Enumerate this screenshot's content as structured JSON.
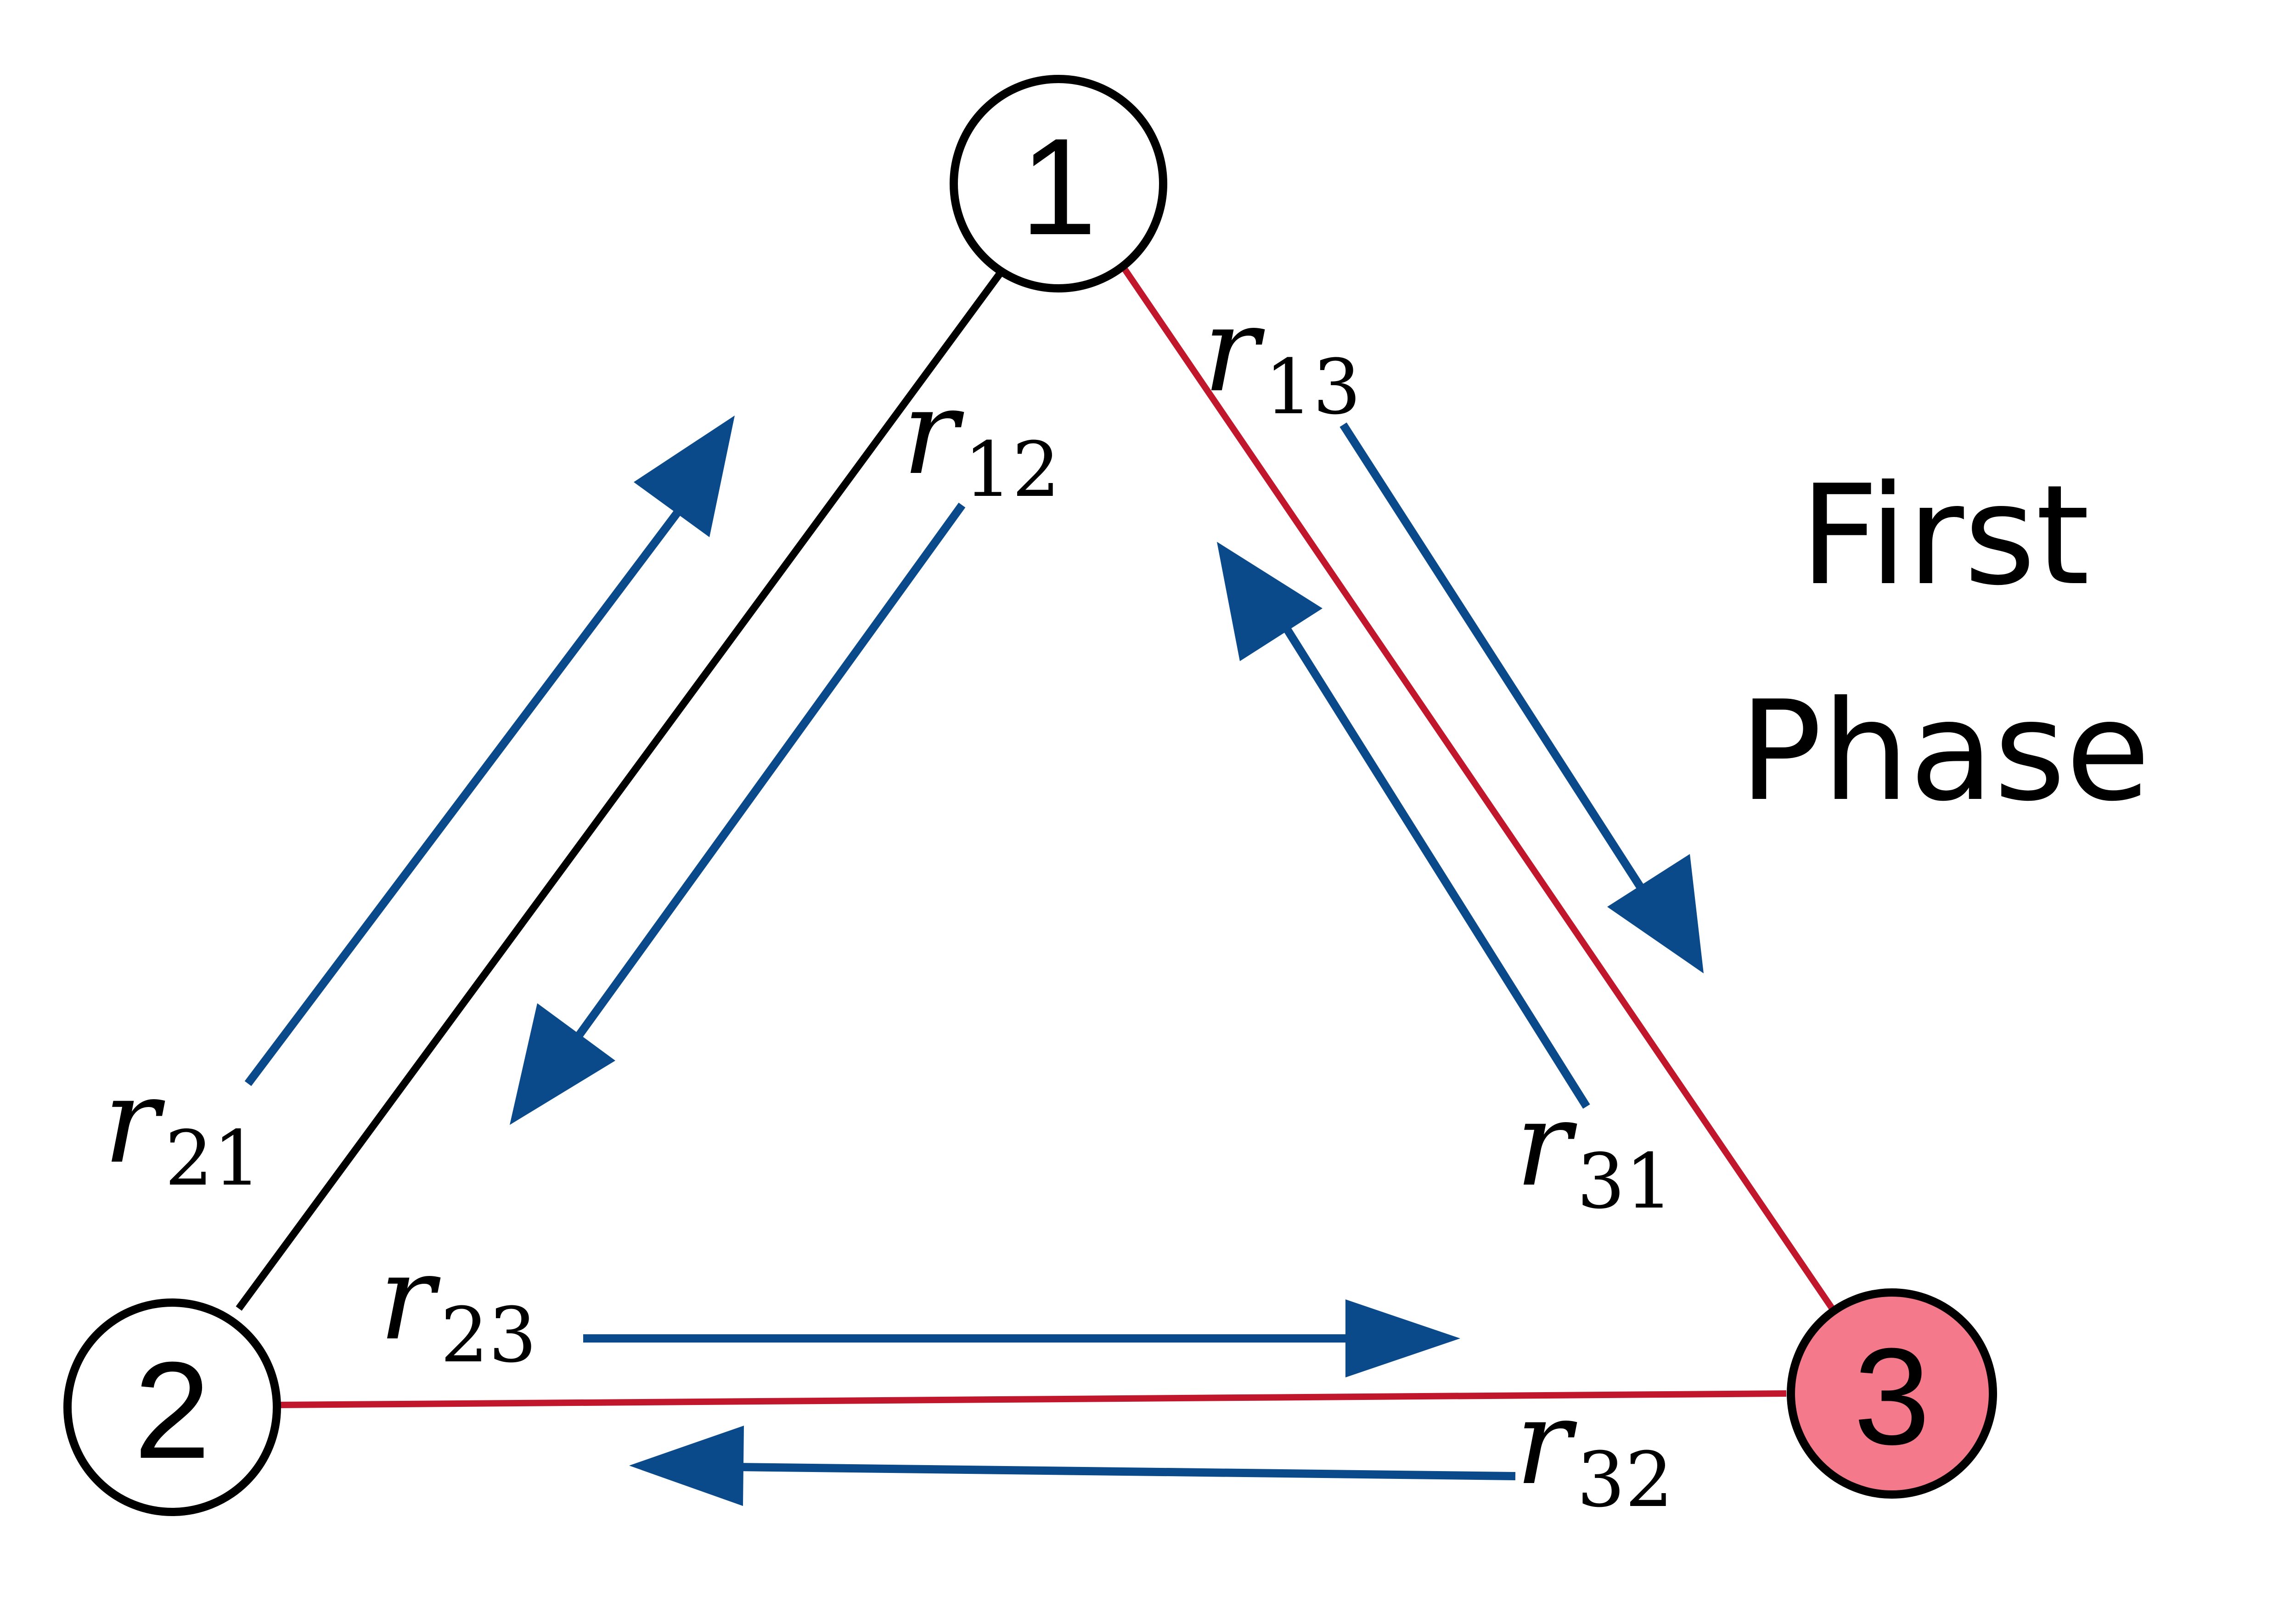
{
  "nodes": [
    {
      "id": "1",
      "label": "1",
      "highlighted": false
    },
    {
      "id": "2",
      "label": "2",
      "highlighted": false
    },
    {
      "id": "3",
      "label": "3",
      "highlighted": true
    }
  ],
  "edges": [
    {
      "from": "1",
      "to": "2",
      "color": "#000000"
    },
    {
      "from": "1",
      "to": "3",
      "color": "#c0172d"
    },
    {
      "from": "2",
      "to": "3",
      "color": "#c0172d"
    }
  ],
  "rates": [
    {
      "id": "r12",
      "symbol": "r",
      "subscript": "12",
      "direction": "1 → 2"
    },
    {
      "id": "r21",
      "symbol": "r",
      "subscript": "21",
      "direction": "2 → 1"
    },
    {
      "id": "r13",
      "symbol": "r",
      "subscript": "13",
      "direction": "1 → 3"
    },
    {
      "id": "r31",
      "symbol": "r",
      "subscript": "31",
      "direction": "3 → 1"
    },
    {
      "id": "r23",
      "symbol": "r",
      "subscript": "23",
      "direction": "2 → 3"
    },
    {
      "id": "r32",
      "symbol": "r",
      "subscript": "32",
      "direction": "3 → 2"
    }
  ],
  "phase": {
    "line1": "First",
    "line2": "Phase"
  },
  "colors": {
    "arrow": "#0b4a8a",
    "highlight_fill": "#f47a8b",
    "outline": "#000000",
    "highlight_edge": "#c0172d"
  }
}
